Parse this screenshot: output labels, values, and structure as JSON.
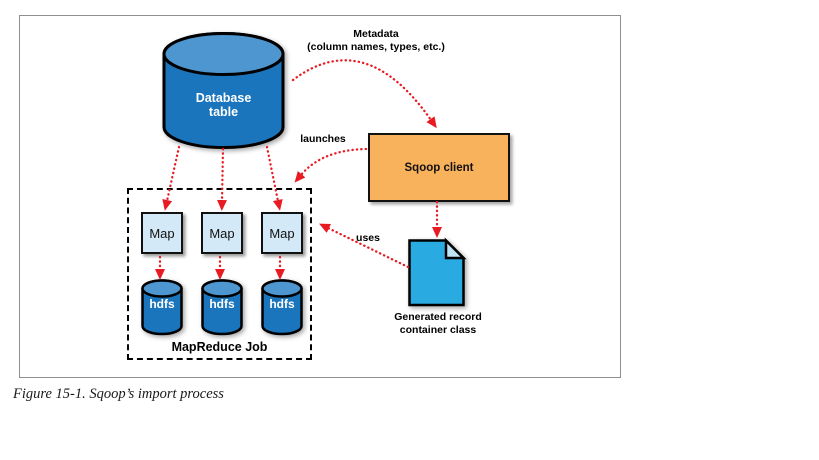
{
  "diagram": {
    "database_cylinder": {
      "line1": "Database",
      "line2": "table"
    },
    "metadata_label": {
      "line1": "Metadata",
      "line2": "(column names, types, etc.)"
    },
    "launches_label": "launches",
    "uses_label": "uses",
    "sqoop_client_label": "Sqoop client",
    "map_boxes": [
      "Map",
      "Map",
      "Map"
    ],
    "hdfs_cylinders": [
      "hdfs",
      "hdfs",
      "hdfs"
    ],
    "mapreduce_job_label": "MapReduce Job",
    "generated_class_label": {
      "line1": "Generated record",
      "line2": "container class"
    }
  },
  "caption": "Figure 15-1. Sqoop’s import process",
  "colors": {
    "cylinder_body": "#1b75bc",
    "cylinder_top": "#4e96cf",
    "map_box_fill": "#d3e9f7",
    "sqoop_box_fill": "#f9b25c",
    "doc_fill": "#29abe2",
    "doc_fold": "#bfe4f6",
    "arrow_red": "#e81b23",
    "outline": "#000000"
  }
}
